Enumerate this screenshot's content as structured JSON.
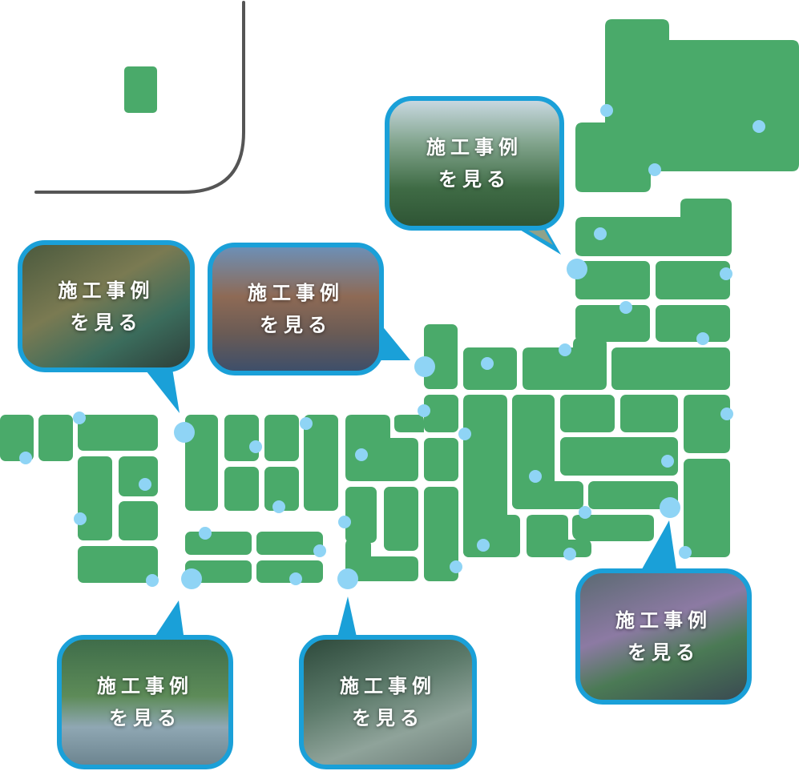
{
  "map": {
    "land_color": "#4aaa6a",
    "marker_color": "#8fd4f5",
    "callout_border_color": "#1aa0d8",
    "okinawa_inset_line_color": "#555555"
  },
  "callouts": [
    {
      "id": "tohoku",
      "line1": "施工事例",
      "line2": "を見る"
    },
    {
      "id": "chugoku",
      "line1": "施工事例",
      "line2": "を見る"
    },
    {
      "id": "kanazawa",
      "line1": "施工事例",
      "line2": "を見る"
    },
    {
      "id": "kanto",
      "line1": "施工事例",
      "line2": "を見る"
    },
    {
      "id": "kyushu",
      "line1": "施工事例",
      "line2": "を見る"
    },
    {
      "id": "yakushima",
      "line1": "施工事例",
      "line2": "を見る"
    }
  ]
}
